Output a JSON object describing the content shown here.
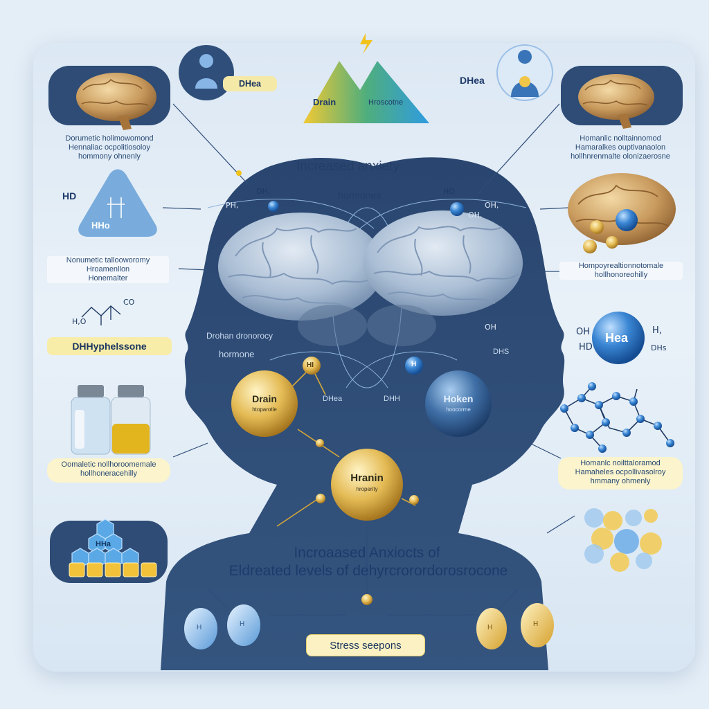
{
  "header": {
    "tri_left": "Drain",
    "tri_right": "Hroscotne",
    "tag_top_left": "DHea",
    "tag_top_right": "DHea"
  },
  "head_labels": {
    "increased_anxiety": "Increased anxiety",
    "hormones": "hormones",
    "dronan": "Drohan dronorocy",
    "hormone": "hormone",
    "dhea_mid": "DHea",
    "dhh": "DHH",
    "dhs": "DHS"
  },
  "chem_labels": {
    "oh_left": "OH,",
    "ho_right": "HO",
    "pl": "PH,",
    "oh_right": "OH,",
    "oh_right2": "OH,",
    "oh_right3": "OH",
    "hd_left": "HD",
    "h_left": "H,O",
    "co": "CO",
    "hd_chem": "HD",
    "oh_blue": "OH",
    "h_blue": "H,",
    "dh_blue": "DHs"
  },
  "left_panel": {
    "text1": [
      "Dorumetic holimowomond",
      "Hennaliac ocpolitiosoloy",
      "hommony ohnenly"
    ],
    "text2": [
      "Nonumetic tallooworomy",
      "Hroamenllon",
      "Honemalter"
    ],
    "triangle_label": "HHo",
    "dhyph_label": "DHHyphelssone",
    "vial_caption": [
      "Oomaletic nollhoroomemale",
      "hollhoneracehilly"
    ],
    "hex_label": "HHa"
  },
  "right_panel": {
    "text1": [
      "Homanlic nolltainnomod",
      "Hamaralkes ouptivanaolon",
      "hollhnrenmalte olonizaerosne"
    ],
    "text2": [
      "Hompoyrealtionnotomale",
      "hollhonoreohilly"
    ],
    "text3": [
      "Homanlc noilttaloramod",
      "Hamaheles ocpollivasolroy",
      "hmmany ohmenly"
    ],
    "sphere_label": "Hea"
  },
  "spheres": {
    "left_title": "Drain",
    "left_sub": "htoparotle",
    "right_title": "Hoken",
    "right_sub": "hoocorme",
    "center_title": "Hranin",
    "center_sub": "hroperity",
    "small_left": "HI",
    "small_right": "H"
  },
  "caption": {
    "line1": "Incroaased Anxiocts of",
    "line2": "Eldreated levels of dehyrcrorordorosrocone",
    "button": "Stress seepons"
  },
  "drops": {
    "d1": "H",
    "d2": "H",
    "d3": "H",
    "d4": "H"
  },
  "colors": {
    "silhouette": "#2c4a72",
    "gold": "#d9a93a",
    "blue_accent": "#2e78c7",
    "yellow_tag": "#f5e9a8"
  }
}
